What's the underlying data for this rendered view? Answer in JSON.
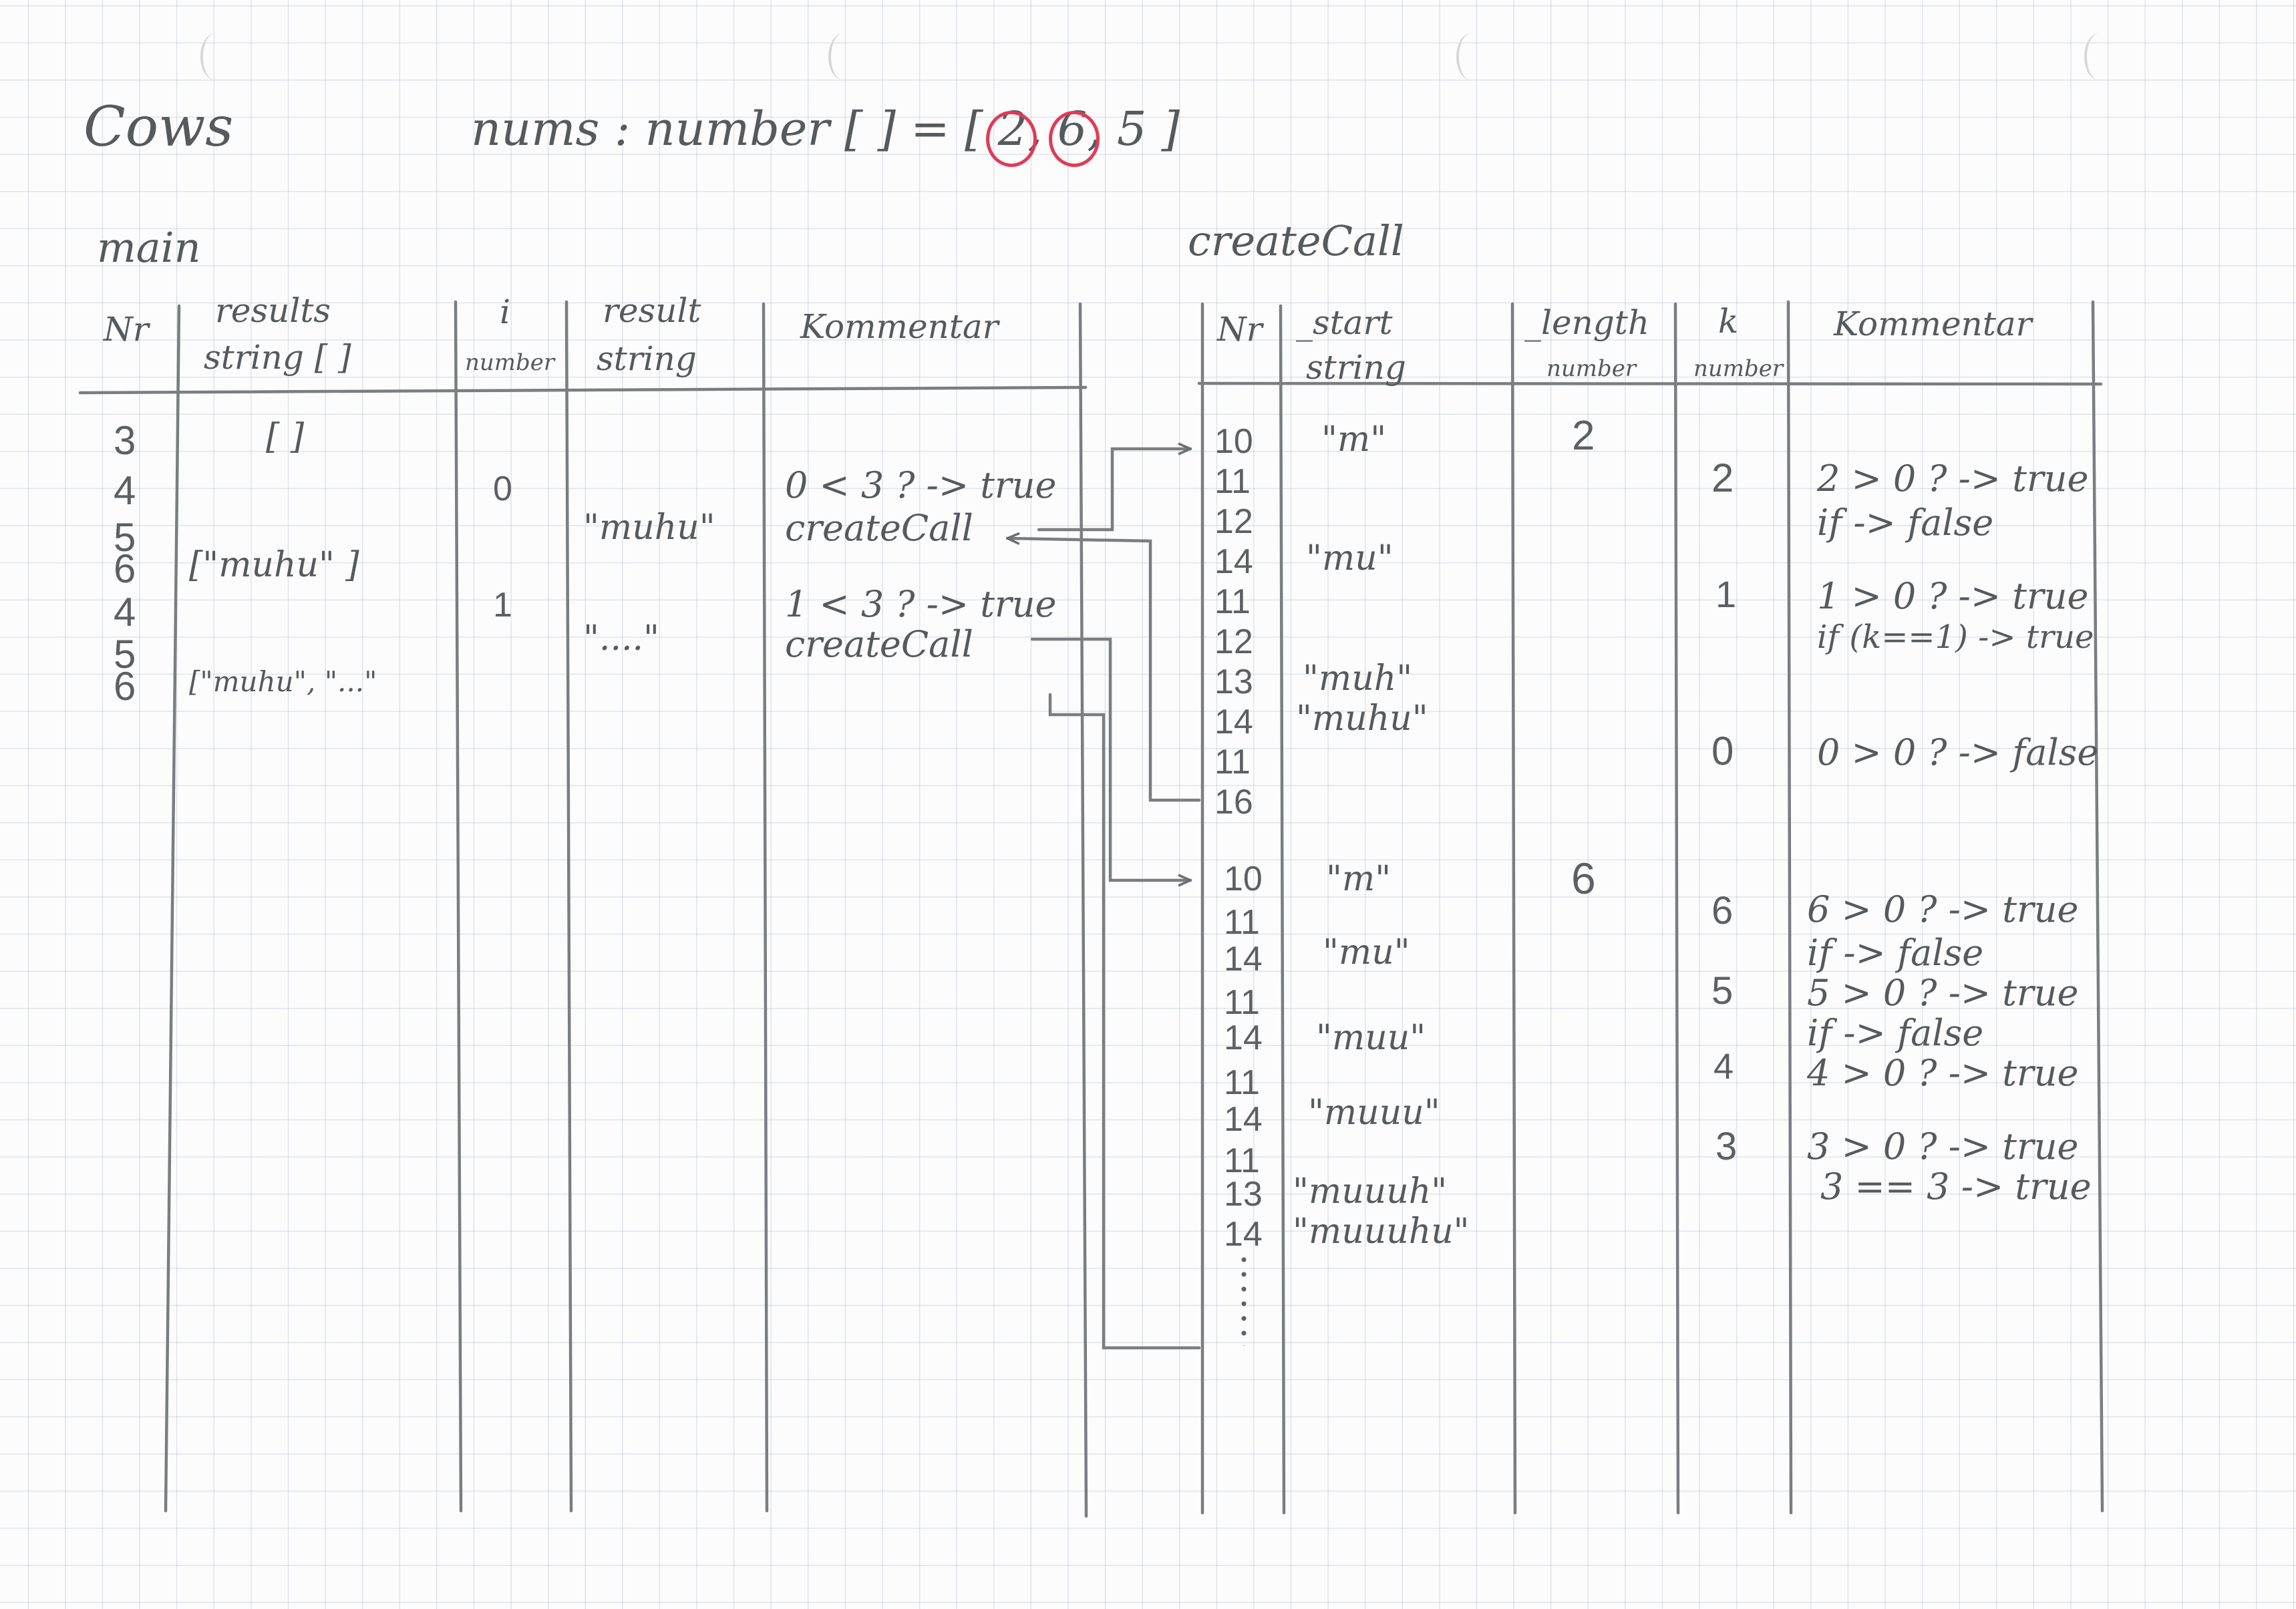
{
  "title": "Cows",
  "nums_decl": {
    "text": "nums : number [ ] = [",
    "values": [
      "2",
      "6",
      "5"
    ],
    "separator": ",",
    "close": "]",
    "highlight_color": "#e23a55"
  },
  "main": {
    "label": "main",
    "headers": {
      "nr": "Nr",
      "results": "results",
      "results_type": "string [ ]",
      "i": "i",
      "i_type": "number",
      "result": "result",
      "result_type": "string",
      "comment": "Kommentar"
    },
    "rows": {
      "nr": [
        "3",
        "4",
        "5",
        "6",
        "4",
        "5",
        "6"
      ],
      "results_1": "[ ]",
      "results_2": "[\"muhu\" ]",
      "results_3": "[\"muhu\", \"...\"",
      "i_1": "0",
      "i_2": "1",
      "result_1": "\"muhu\"",
      "result_2": "\"....\"",
      "comment_1": "0 < 3 ? -> true",
      "comment_2": "createCall",
      "comment_3": "1 < 3 ? -> true",
      "comment_4": "createCall"
    }
  },
  "createCall": {
    "label": "createCall",
    "headers": {
      "nr": "Nr",
      "start": "_start",
      "start_type": "string",
      "length": "_length",
      "length_type": "number",
      "k": "k",
      "k_type": "number",
      "comment": "Kommentar"
    },
    "call1": {
      "nr": [
        "10",
        "11",
        "12",
        "14",
        "11",
        "12",
        "13",
        "14",
        "11",
        "16"
      ],
      "start": [
        "\"m\"",
        "\"mu\"",
        "\"muh\"",
        "\"muhu\""
      ],
      "length": "2",
      "k": [
        "2",
        "1",
        "0"
      ],
      "comments": [
        "2 > 0 ? -> true",
        "if -> false",
        "1 > 0 ? -> true",
        "if (k==1) -> true",
        "0 > 0 ? -> false"
      ]
    },
    "call2": {
      "nr": [
        "10",
        "11",
        "14",
        "11",
        "14",
        "11",
        "14",
        "11",
        "13",
        "14"
      ],
      "start": [
        "\"m\"",
        "\"mu\"",
        "\"muu\"",
        "\"muuu\"",
        "\"muuuh\"",
        "\"muuuhu\""
      ],
      "length": "6",
      "k": [
        "6",
        "5",
        "4",
        "3"
      ],
      "comments": [
        "6 > 0 ? -> true",
        "if -> false",
        "5 > 0 ? -> true",
        "if -> false",
        "4 > 0 ? -> true",
        "3 > 0 ? -> true",
        "3 == 3 -> true"
      ]
    }
  }
}
